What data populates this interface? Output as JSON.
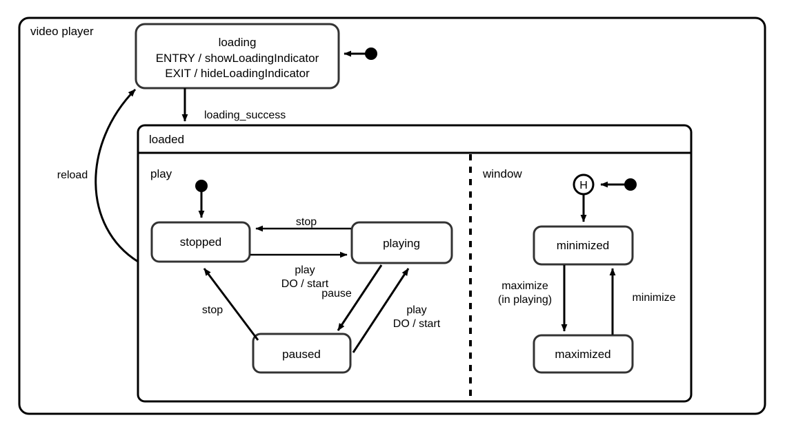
{
  "diagram": {
    "type": "uml-state-machine",
    "root_state": "video player",
    "composite_state": "loaded",
    "regions": [
      "play",
      "window"
    ]
  },
  "frame": {
    "label": "video player"
  },
  "loading_state": {
    "name": "loading",
    "entry_action": "ENTRY / showLoadingIndicator",
    "exit_action": "EXIT / hideLoadingIndicator"
  },
  "loaded_state": {
    "label": "loaded"
  },
  "play_region": {
    "label": "play",
    "states": [
      {
        "id": "stopped",
        "label": "stopped"
      },
      {
        "id": "playing",
        "label": "playing"
      },
      {
        "id": "paused",
        "label": "paused"
      }
    ]
  },
  "window_region": {
    "label": "window",
    "history_label": "H",
    "states": [
      {
        "id": "minimized",
        "label": "minimized"
      },
      {
        "id": "maximized",
        "label": "maximized"
      }
    ]
  },
  "transitions": {
    "loading_success": "loading_success",
    "reload": "reload",
    "playing_to_stopped": "stop",
    "stopped_to_playing_line1": "play",
    "stopped_to_playing_line2": "DO / start",
    "paused_to_stopped": "stop",
    "playing_to_paused": "pause",
    "paused_to_playing_line1": "play",
    "paused_to_playing_line2": "DO / start",
    "minimized_to_maximized_line1": "maximize",
    "minimized_to_maximized_line2": "(in playing)",
    "maximized_to_minimized": "minimize"
  },
  "colors": {
    "background": "#ffffff",
    "stroke": "#000000",
    "state_stroke": "#333333",
    "text": "#000000"
  }
}
